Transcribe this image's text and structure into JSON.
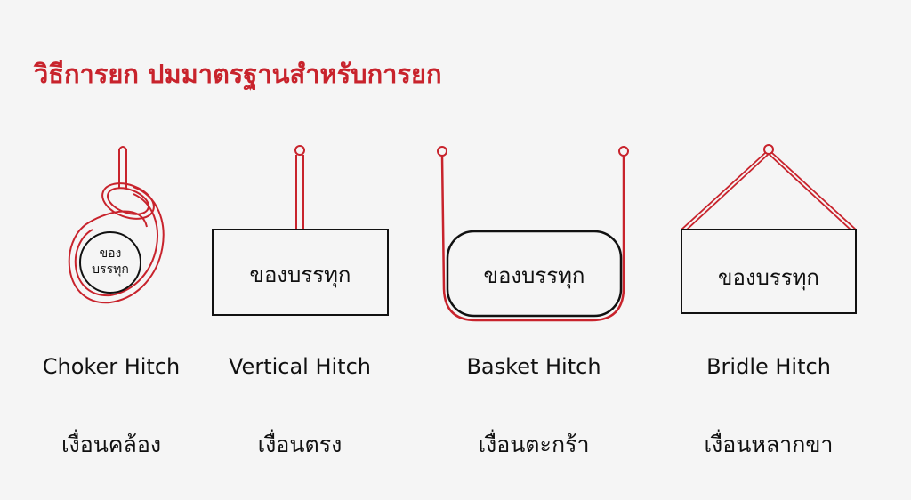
{
  "title": "วิธีการยก ปมมาตรฐานสำหรับการยก",
  "colors": {
    "accent": "#c8232c",
    "ink": "#111111",
    "background": "#f5f5f5"
  },
  "hitches": [
    {
      "name_en": "Choker Hitch",
      "name_th": "เงื่อนคล้อง",
      "load_line1": "ของ",
      "load_line2": "บรรทุก"
    },
    {
      "name_en": "Vertical Hitch",
      "name_th": "เงื่อนตรง",
      "load": "ของบรรทุก"
    },
    {
      "name_en": "Basket Hitch",
      "name_th": "เงื่อนตะกร้า",
      "load": "ของบรรทุก"
    },
    {
      "name_en": "Bridle Hitch",
      "name_th": "เงื่อนหลากขา",
      "load": "ของบรรทุก"
    }
  ]
}
